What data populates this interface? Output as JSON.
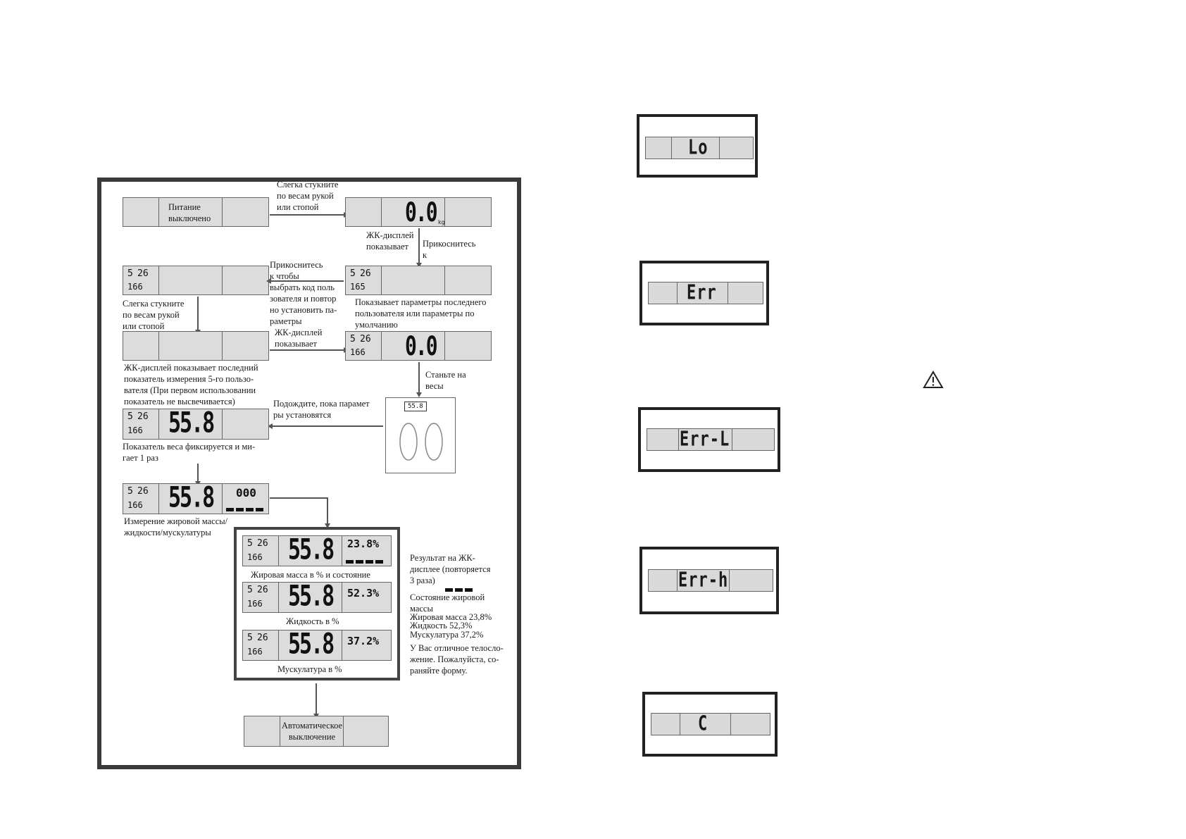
{
  "flow": {
    "power_off_label": "Питание\nвыключено",
    "tap_scale_1": "Слегка стукните\nпо весам рукой\nили стопой",
    "display_zero": "0.0",
    "lcd_shows_1": "ЖК-дисплей\nпоказывает",
    "touch_set": "Прикоснитесь\nк",
    "touch_select": "Прикоснитесь\nк        чтобы\nвыбрать код поль\nзователя и повтор\nно установить па-\nраметры",
    "shows_last_user_params": "Показывает параметры последнего\nпользователя или параметры по\nумолчанию",
    "tap_scale_2": "Слегка стукните\nпо весам рукой\nили стопой",
    "lcd_shows_2": "ЖК-дисплей\nпоказывает",
    "lcd_shows_last": "ЖК-дисплей показывает последний\nпоказатель измерения 5-го пользо-\nвателя (При первом использовании\nпоказатель не высвечивается)",
    "step_on_scale": "Станьте на\nвесы",
    "wait_params": "Подождите, пока парамет\nры установятся",
    "weight_fixed": "Показатель веса фиксируется и ми-\nгает 1 раз",
    "measuring": "Измерение жировой массы/\nжидкости/мускулатуры",
    "weight_value": "55.8",
    "user_code": "5",
    "age": "26",
    "height_a": "166",
    "height_b": "165",
    "dots": "000",
    "fat_value": "23.8%",
    "water_value": "52.3%",
    "muscle_value": "37.2%",
    "fat_caption": "Жировая масса в % и состояние",
    "water_caption": "Жидкость в %",
    "muscle_caption": "Мускулатура в %",
    "result_note": "Результат на ЖК-\nдисплее (повторяется\n3 раза)",
    "fat_state": "Состояние жировой\nмассы",
    "fat_line": "Жировая масса 23,8%",
    "water_line": "Жидкость 52,3%",
    "muscle_line": "Мускулатура 37,2%",
    "advice": "У Вас отличное телосло-\nжение. Пожалуйста, со-\nраняйте форму.",
    "auto_off": "Автоматическое\nвыключение",
    "plate_display": "55.8"
  },
  "errors": {
    "lo": "Lo",
    "err": "Err",
    "err_l": "Err-L",
    "err_h": "Err-h",
    "c": "C"
  },
  "colors": {
    "lcd_bg": "#dcdcdc",
    "frame": "#3a3a3a",
    "line": "#555555"
  }
}
